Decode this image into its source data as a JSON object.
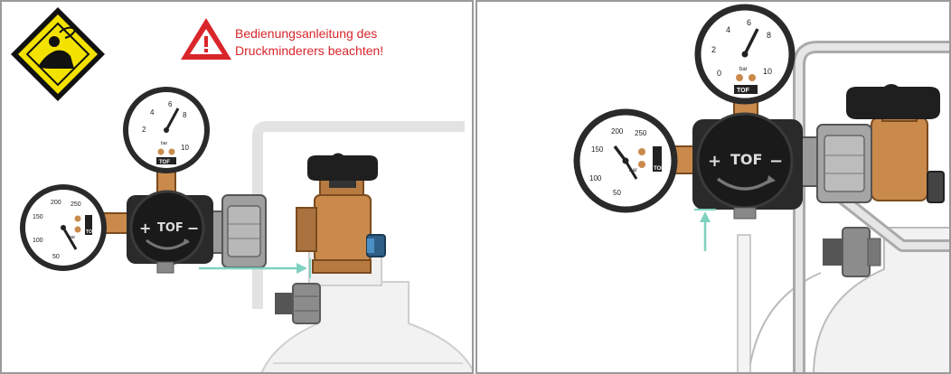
{
  "notice": {
    "text": "Bedienungsanleitung des\nDruckminderers beachten!",
    "color": "#d9262b"
  },
  "colors": {
    "arrow": "#7fd1bf",
    "brass": "#c98a4c",
    "knob": "#1f1f1f",
    "hazard_yellow": "#f3e200",
    "frame": "#9a9a9a"
  },
  "low_pressure_gauge": {
    "ticks": [
      "0",
      "2",
      "4",
      "6",
      "8",
      "10"
    ],
    "unit": "bar",
    "brand": "TOF"
  },
  "high_pressure_gauge": {
    "ticks": [
      "50",
      "100",
      "150",
      "200",
      "250"
    ],
    "unit": "bar",
    "brand": "TOF"
  },
  "regulator": {
    "plus": "+",
    "minus": "−",
    "brand": "TOF"
  },
  "icons": [
    "hazard-warning-sign-icon",
    "warning-triangle-icon"
  ]
}
